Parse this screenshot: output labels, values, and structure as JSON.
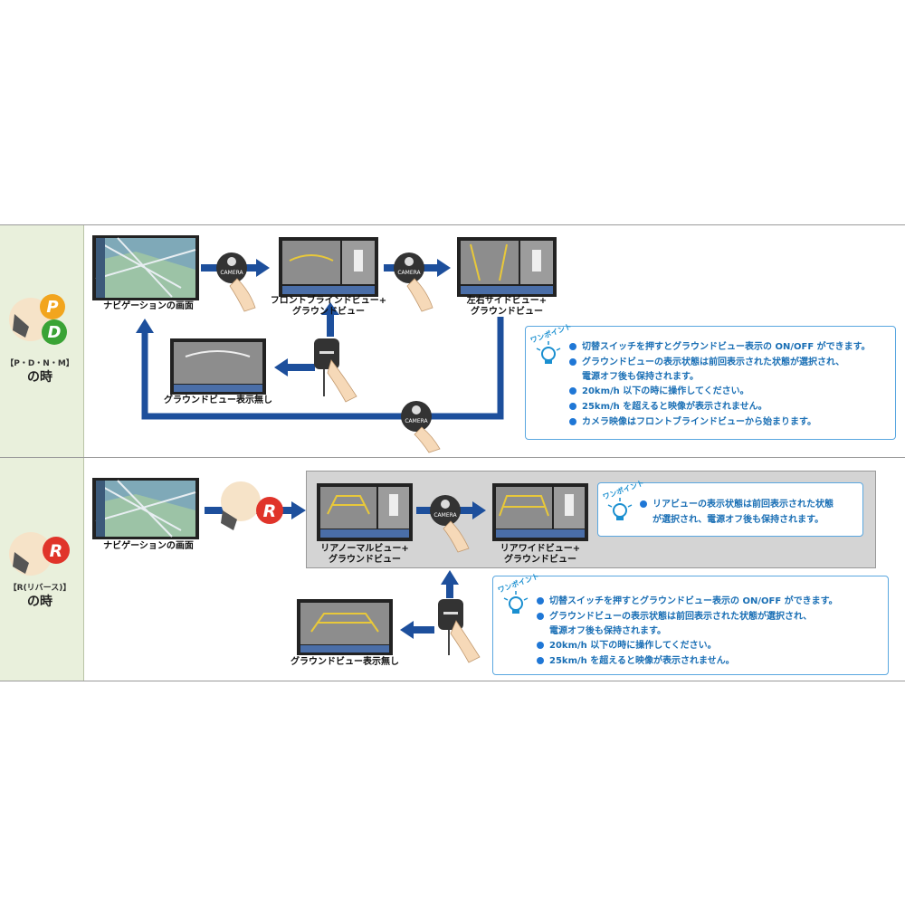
{
  "row_pdnm": {
    "gear_letters": [
      "P",
      "D"
    ],
    "gear_label": "【P・D・N・M】",
    "gear_sub": "の時",
    "captions": {
      "nav": "ナビゲーションの画面",
      "front_blind_1": "フロントブラインドビュー+",
      "front_blind_2": "グラウンドビュー",
      "side_1": "左右サイドビュー+",
      "side_2": "グラウンドビュー",
      "no_ground": "グラウンドビュー表示無し"
    },
    "camera_button_label": "CAMERA",
    "tip_badge": "ワンポイント",
    "tips": [
      "切替スイッチを押すとグラウンドビュー表示の ON/OFF ができます。",
      "グラウンドビューの表示状態は前回表示された状態が選択され、",
      "電源オフ後も保持されます。",
      "20km/h 以下の時に操作してください。",
      "25km/h を超えると映像が表示されません。",
      "カメラ映像はフロントブラインドビューから始まります。"
    ],
    "tip_bullets": [
      true,
      true,
      false,
      true,
      true,
      true
    ]
  },
  "row_r": {
    "gear_letter": "R",
    "gear_label": "【R(リバース)】",
    "gear_sub": "の時",
    "captions": {
      "nav": "ナビゲーションの画面",
      "rear_normal_1": "リアノーマルビュー+",
      "rear_normal_2": "グラウンドビュー",
      "rear_wide_1": "リアワイドビュー+",
      "rear_wide_2": "グラウンドビュー",
      "no_ground": "グラウンドビュー表示無し"
    },
    "camera_button_label": "CAMERA",
    "tip_badge": "ワンポイント",
    "tip_top": [
      "リアビューの表示状態は前回表示された状態",
      "が選択され、電源オフ後も保持されます。"
    ],
    "tip_top_bullets": [
      true,
      false
    ],
    "tips": [
      "切替スイッチを押すとグラウンドビュー表示の ON/OFF ができます。",
      "グラウンドビューの表示状態は前回表示された状態が選択され、",
      "電源オフ後も保持されます。",
      "20km/h 以下の時に操作してください。",
      "25km/h を超えると映像が表示されません。"
    ],
    "tip_bullets": [
      true,
      true,
      false,
      true,
      true
    ]
  },
  "colors": {
    "arrow_blue": "#1d4f9c",
    "side_green": "#e9f0dc",
    "tip_blue": "#1a6fb5",
    "gear_p": "#f2a51e",
    "gear_d": "#3aa335",
    "gear_r": "#e0342a"
  }
}
